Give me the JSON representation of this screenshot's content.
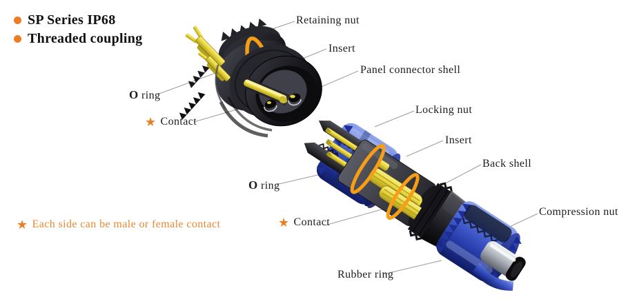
{
  "title": {
    "line1": "SP Series IP68",
    "line2": "Threaded coupling"
  },
  "note": {
    "star": "★",
    "text": "Each side can be male or female contact"
  },
  "panel_connector": {
    "labels": {
      "retaining_nut": "Retaining nut",
      "insert": "Insert",
      "shell": "Panel connector shell",
      "o_ring_bold": "O",
      "o_ring_rest": " ring",
      "contact_star": "★",
      "contact": "Contact"
    }
  },
  "cable_connector": {
    "labels": {
      "locking_nut": "Locking nut",
      "insert": "Insert",
      "back_shell": "Back shell",
      "compression_nut": "Compression nut",
      "o_ring_bold": "O",
      "o_ring_rest": " ring",
      "contact_star": "★",
      "contact": "Contact",
      "rubber_ring": "Rubber ring"
    }
  },
  "colors": {
    "background": "#FFFFFF",
    "text_dark": "#1C1C1C",
    "accent_orange": "#ED7D22",
    "note_orange": "#E98833",
    "oring_orange": "#F59E16",
    "contact_yellow": "#EAD73E",
    "connector_blue": "#2B41B0",
    "body_dark": "#1A1A1E",
    "leader_gray": "#9B9B9B"
  }
}
